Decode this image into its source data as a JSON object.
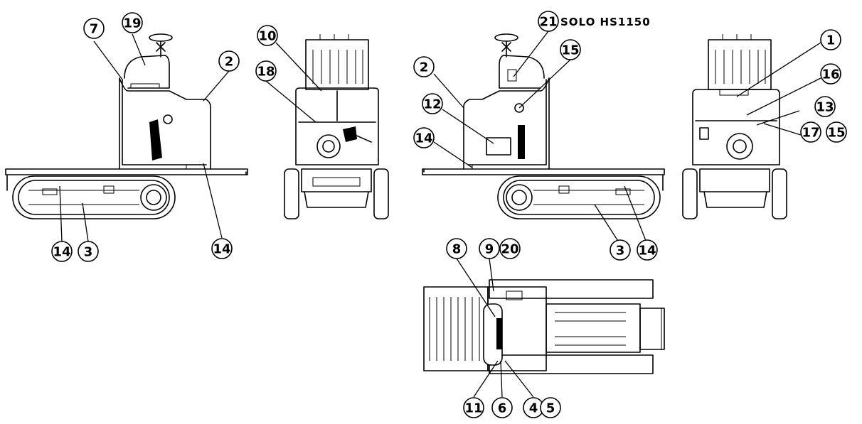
{
  "diagram": {
    "model_label": "SOLO HS1150",
    "callouts": {
      "c7": "7",
      "c19": "19",
      "c2a": "2",
      "c14a": "14",
      "c3a": "3",
      "c14b": "14",
      "c10": "10",
      "c18": "18",
      "c21": "21",
      "c15a": "15",
      "c2b": "2",
      "c12": "12",
      "c14c": "14",
      "c3b": "3",
      "c14d": "14",
      "c1": "1",
      "c16": "16",
      "c13": "13",
      "c17": "17",
      "c15b": "15",
      "c8": "8",
      "c9": "9",
      "c20": "20",
      "c11": "11",
      "c6": "6",
      "c4": "4",
      "c5": "5"
    }
  }
}
